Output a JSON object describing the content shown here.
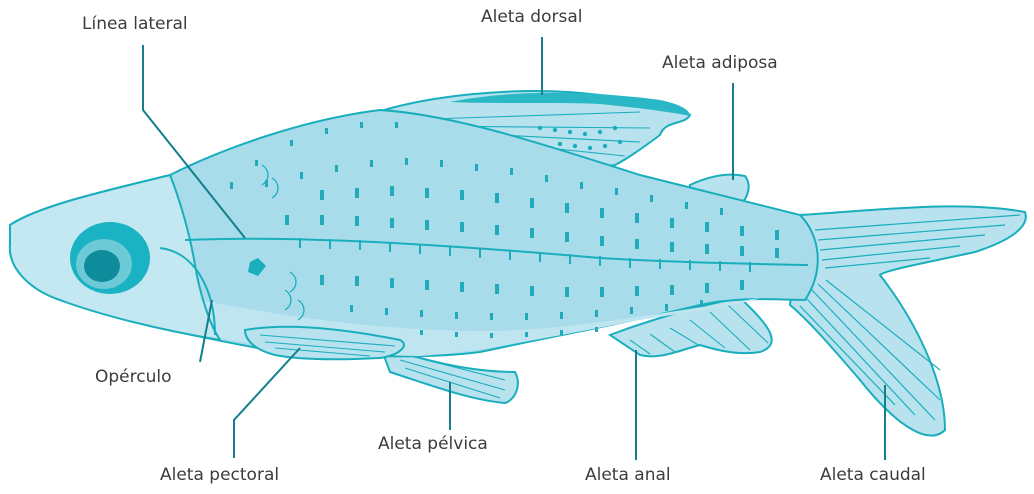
{
  "labels": {
    "linea_lateral": "Línea lateral",
    "aleta_dorsal": "Aleta dorsal",
    "aleta_adiposa": "Aleta adiposa",
    "operculo": "Opérculo",
    "aleta_pelvica": "Aleta pélvica",
    "aleta_pectoral": "Aleta pectoral",
    "aleta_anal": "Aleta anal",
    "aleta_caudal": "Aleta caudal"
  },
  "colors": {
    "outline": "#1aaebd",
    "body": "#a9dcea",
    "belly": "#bfe6f0",
    "head": "#c3e8f2",
    "fin": "#b7e2ee",
    "dorsal_edge": "#2bb8c6",
    "eye_outer": "#19b3c4",
    "eye_inner": "#0f8c9c",
    "scale": "#21aab9",
    "leader": "#137f8c"
  }
}
